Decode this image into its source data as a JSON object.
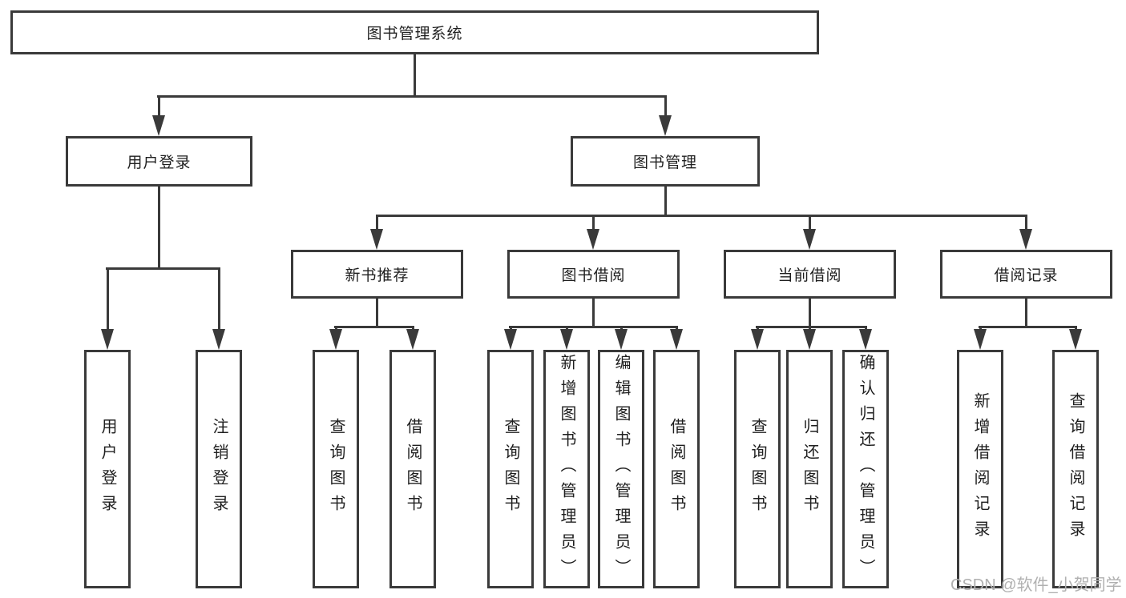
{
  "diagram": {
    "type": "hierarchy-tree",
    "root": {
      "label": "图书管理系统",
      "children": [
        {
          "label": "用户登录",
          "children": [
            {
              "label": "用户登录"
            },
            {
              "label": "注销登录"
            }
          ]
        },
        {
          "label": "图书管理",
          "children": [
            {
              "label": "新书推荐",
              "children": [
                {
                  "label": "查询图书"
                },
                {
                  "label": "借阅图书"
                }
              ]
            },
            {
              "label": "图书借阅",
              "children": [
                {
                  "label": "查询图书"
                },
                {
                  "label": "新增图书（管理员）"
                },
                {
                  "label": "编辑图书（管理员）"
                },
                {
                  "label": "借阅图书"
                }
              ]
            },
            {
              "label": "当前借阅",
              "children": [
                {
                  "label": "查询图书"
                },
                {
                  "label": "归还图书"
                },
                {
                  "label": "确认归还（管理员）"
                }
              ]
            },
            {
              "label": "借阅记录",
              "children": [
                {
                  "label": "新增借阅记录"
                },
                {
                  "label": "查询借阅记录"
                }
              ]
            }
          ]
        }
      ]
    }
  },
  "watermark": {
    "text": "CSDN @软件_小贺同学"
  },
  "colors": {
    "line": "#3a3a3a",
    "text": "#1f1f1f",
    "watermark": "#b0b0b0",
    "background": "#ffffff"
  }
}
